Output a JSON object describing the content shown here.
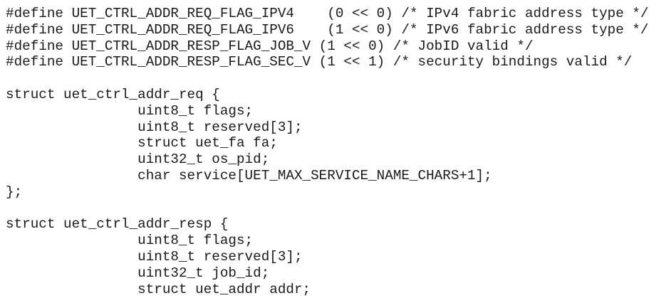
{
  "code": {
    "lines": [
      "#define UET_CTRL_ADDR_REQ_FLAG_IPV4    (0 << 0) /* IPv4 fabric address type */",
      "#define UET_CTRL_ADDR_REQ_FLAG_IPV6    (1 << 0) /* IPv6 fabric address type */",
      "#define UET_CTRL_ADDR_RESP_FLAG_JOB_V (1 << 0) /* JobID valid */",
      "#define UET_CTRL_ADDR_RESP_FLAG_SEC_V (1 << 1) /* security bindings valid */",
      "",
      "struct uet_ctrl_addr_req {",
      "                uint8_t flags;",
      "                uint8_t reserved[3];",
      "                struct uet_fa fa;",
      "                uint32_t os_pid;",
      "                char service[UET_MAX_SERVICE_NAME_CHARS+1];",
      "};",
      "",
      "struct uet_ctrl_addr_resp {",
      "                uint8_t flags;",
      "                uint8_t reserved[3];",
      "                uint32_t job_id;",
      "                struct uet_addr addr;"
    ]
  }
}
